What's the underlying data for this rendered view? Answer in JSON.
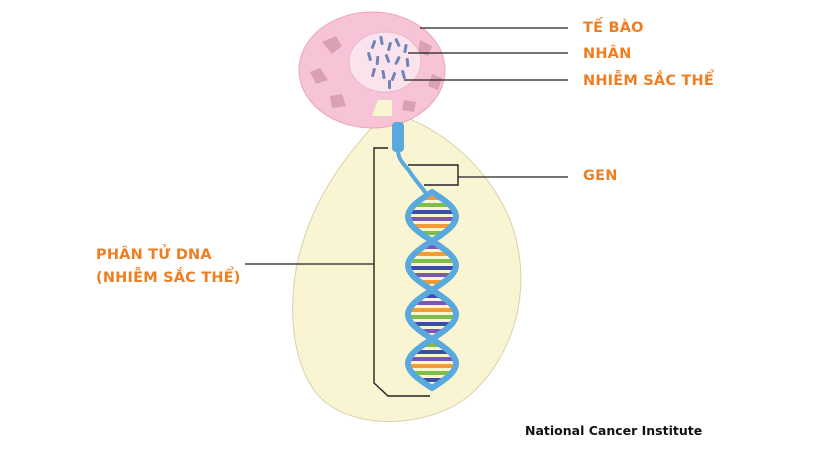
{
  "labels": {
    "cell": "TẾ BÀO",
    "nucleus": "NHÂN",
    "chromosome": "NHIỄM SẮC THỂ",
    "gene": "GEN",
    "dna_line1": "PHÂN TỬ DNA",
    "dna_line2": "(NHIỄM SẮC THỂ)"
  },
  "credit": "National Cancer Institute",
  "colors": {
    "label": "#ef7d22",
    "cell_fill": "#f6c4d6",
    "nucleus_fill": "#fbe3ee",
    "bubble_fill": "#f9f5d3",
    "helix": "#5aa9de",
    "base_pairs": [
      "#f39c33",
      "#7cbf4a",
      "#3b4fa8",
      "#7a57b5"
    ]
  }
}
